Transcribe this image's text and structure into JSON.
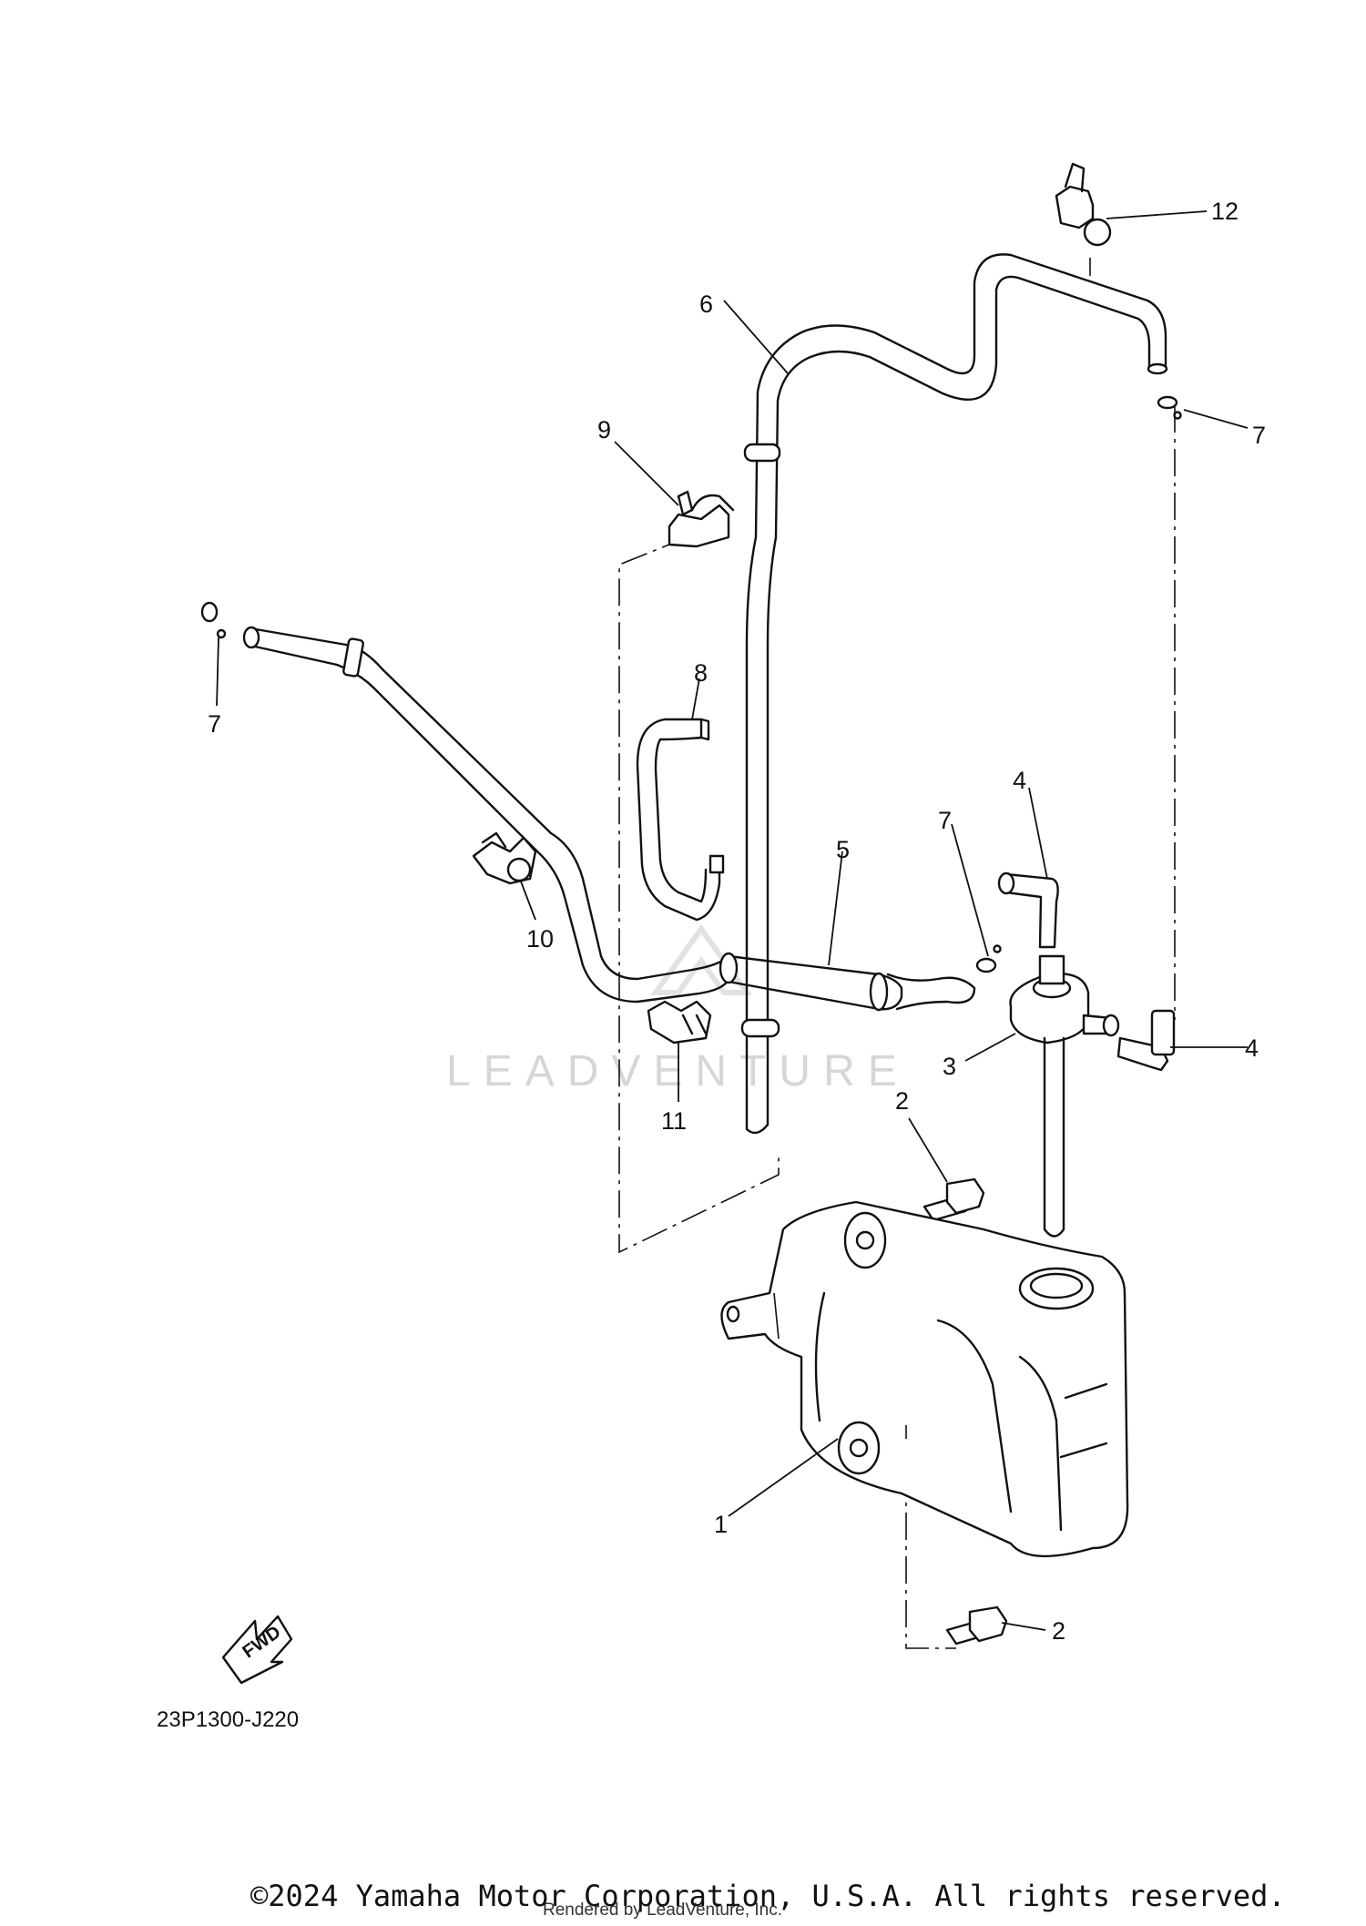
{
  "diagram": {
    "callouts": [
      "1",
      "2",
      "2",
      "3",
      "4",
      "4",
      "5",
      "6",
      "7",
      "7",
      "7",
      "8",
      "9",
      "10",
      "11",
      "12"
    ],
    "part_code": "23P1300-J220",
    "fwd_label": "FWD",
    "watermark": "LEADVENTURE",
    "footer": {
      "copyright": "©2024 Yamaha Motor Corporation, U.S.A. All rights reserved.",
      "rendered_by": "Rendered by LeadVenture, Inc."
    }
  }
}
